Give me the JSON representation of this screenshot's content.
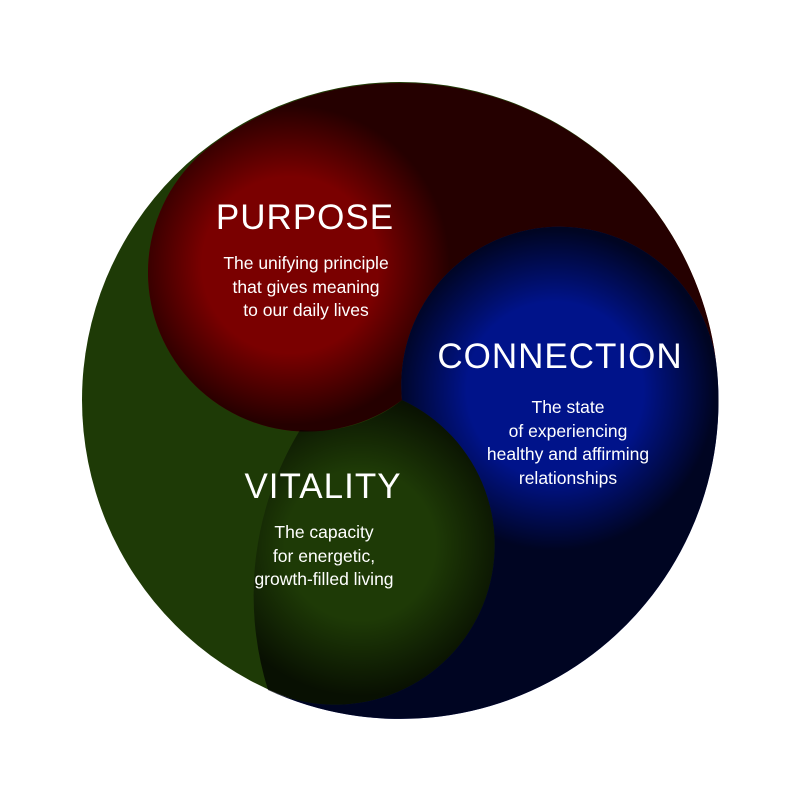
{
  "colors": {
    "purpose": "#7a0000",
    "connection": "#00138a",
    "vitality": "#1e3a06"
  },
  "sections": [
    {
      "title": "PURPOSE",
      "lines": [
        "The unifying principle",
        "that gives meaning",
        "to our daily lives"
      ]
    },
    {
      "title": "CONNECTION",
      "lines": [
        "The state",
        "of experiencing",
        "healthy and affirming",
        "relationships"
      ]
    },
    {
      "title": "VITALITY",
      "lines": [
        "The capacity",
        "for energetic,",
        "growth-filled living"
      ]
    }
  ]
}
